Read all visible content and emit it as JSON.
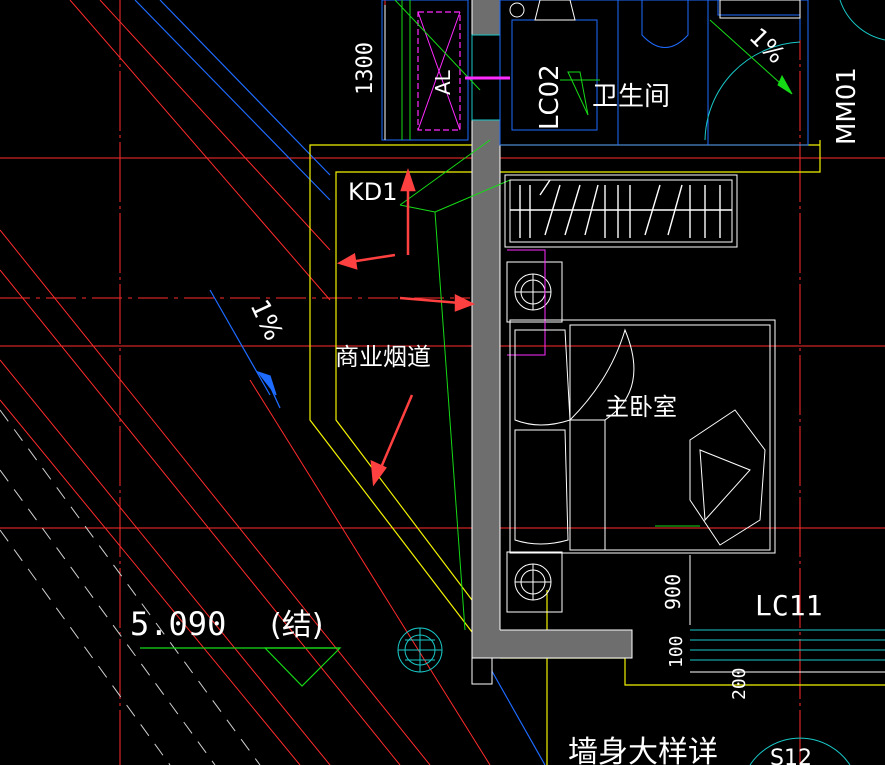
{
  "drawing": {
    "background": "#000000",
    "colors": {
      "red_axis": "#ff2b2b",
      "blue": "#1e6bff",
      "yellow": "#f2f200",
      "green": "#16d916",
      "cyan": "#19c8c8",
      "magenta": "#ff2bff",
      "white": "#ffffff",
      "gray_wall": "#6e6e6e",
      "annotation_arrow": "#ff4040"
    },
    "labels": {
      "dim_1300": "1300",
      "al": "AL",
      "lc02": "LC02",
      "bathroom": "卫生间",
      "mm01": "MM01",
      "kd1": "KD1",
      "slope_left": "1%",
      "slope_top_right": "1%",
      "flue": "商业烟道",
      "master_bedroom": "主卧室",
      "elevation": "5.090",
      "structure_note": "(结)",
      "dim_900": "900",
      "lc11": "LC11",
      "dim_100": "100",
      "dim_200": "200",
      "wall_detail": "墙身大样详",
      "section_ref": "S12"
    }
  }
}
